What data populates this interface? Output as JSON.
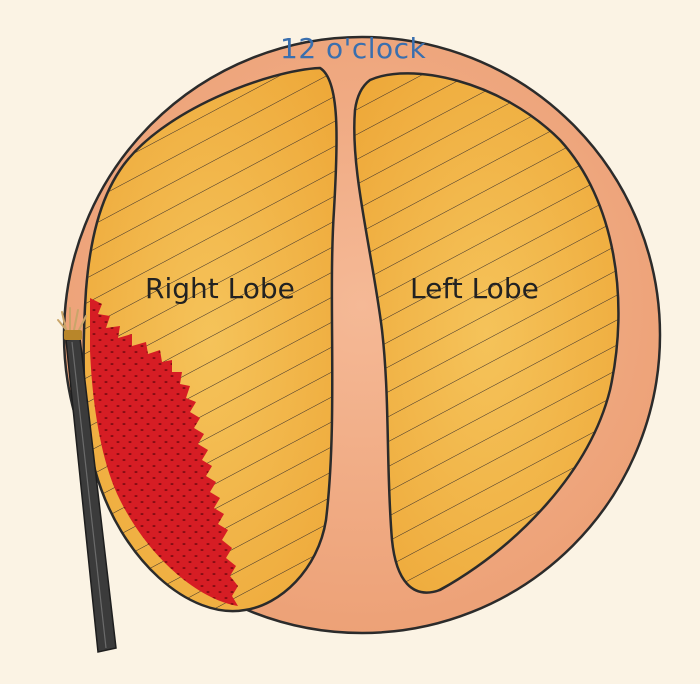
{
  "labels": {
    "clock_position": "12 o'clock",
    "right_lobe": "Right Lobe",
    "left_lobe": "Left Lobe"
  },
  "colors": {
    "background": "#fbf3e4",
    "capsule": "#f2ac82",
    "lobe_fill": "#f0b542",
    "hatch": "#3a2f2a",
    "outline": "#2b2b2b",
    "ablated_tissue": "#d61d24",
    "ablated_dots": "#7a0a10",
    "probe": "#3b3b3b",
    "probe_tip": "#c9a56a",
    "clock_label": "#3a6fae",
    "lobe_label": "#222222"
  },
  "icons": {
    "probe": "laser-probe-icon"
  }
}
